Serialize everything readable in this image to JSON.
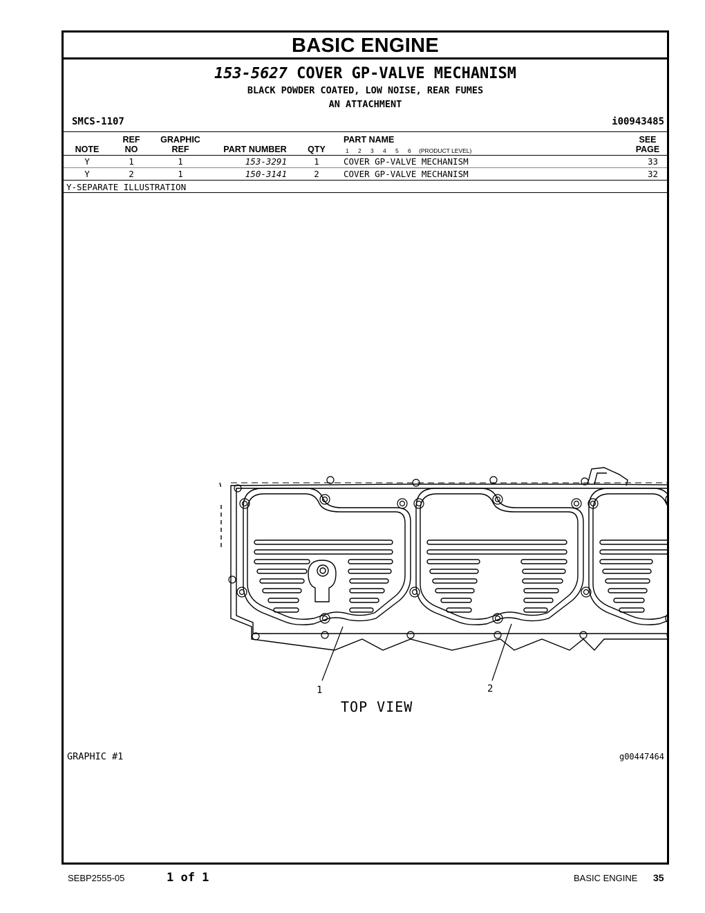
{
  "section_title": "BASIC ENGINE",
  "group": {
    "part_number": "153-5627",
    "name": "COVER GP-VALVE MECHANISM",
    "desc_line1": "BLACK POWDER COATED, LOW NOISE, REAR FUMES",
    "desc_line2": "AN ATTACHMENT"
  },
  "smcs": "SMCS-1107",
  "info_id": "i00943485",
  "table": {
    "headers": {
      "note": "NOTE",
      "ref_no_1": "REF",
      "ref_no_2": "NO",
      "graphic_ref_1": "GRAPHIC",
      "graphic_ref_2": "REF",
      "part_number": "PART NUMBER",
      "qty": "QTY",
      "part_name": "PART NAME",
      "product_levels": [
        "1",
        "2",
        "3",
        "4",
        "5",
        "6"
      ],
      "product_level_label": "(PRODUCT LEVEL)",
      "see_page_1": "SEE",
      "see_page_2": "PAGE"
    },
    "rows": [
      {
        "note": "Y",
        "ref_no": "1",
        "graphic_ref": "1",
        "part_number": "153-3291",
        "qty": "1",
        "part_name": "COVER GP-VALVE MECHANISM",
        "see_page": "33"
      },
      {
        "note": "Y",
        "ref_no": "2",
        "graphic_ref": "1",
        "part_number": "150-3141",
        "qty": "2",
        "part_name": "COVER GP-VALVE MECHANISM",
        "see_page": "32"
      }
    ],
    "footnote": "Y-SEPARATE ILLUSTRATION"
  },
  "illustration": {
    "callouts": [
      "1",
      "2"
    ],
    "view_label": "TOP VIEW",
    "graphic_tag": "GRAPHIC #1",
    "graphic_id": "g00447464"
  },
  "footer": {
    "doc_number": "SEBP2555-05",
    "page_of": "1 of 1",
    "section": "BASIC ENGINE",
    "page": "35"
  }
}
